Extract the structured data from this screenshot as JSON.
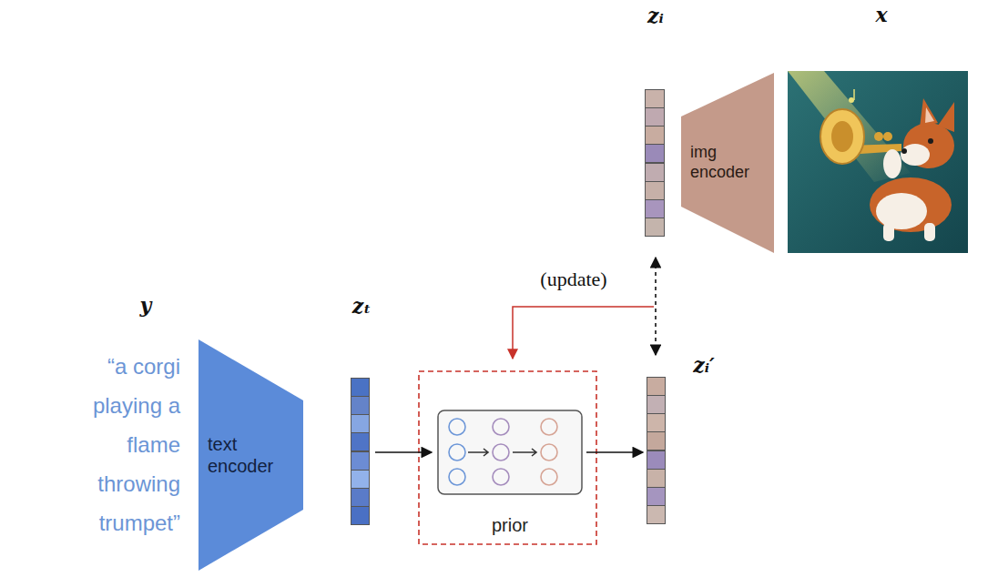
{
  "diagram": {
    "nodes": [
      {
        "text": [
          "text encoder"
        ]
      },
      {
        "text": [
          "zₜ"
        ]
      },
      {
        "text": [
          "prior"
        ]
      },
      {
        "text": [
          "zᵢ′"
        ]
      },
      {
        "text": [
          "zᵢ"
        ]
      },
      {
        "text": [
          "img encoder"
        ]
      }
    ],
    "edges": [
      {
        "from": 1,
        "to": 2,
        "arrow": "to"
      },
      {
        "from": 2,
        "to": 3,
        "arrow": "to"
      },
      {
        "from": 4,
        "to": 3,
        "arrow": "both"
      }
    ],
    "labels": [
      "y",
      "“a corgi playing a flame throwing trumpet”",
      "(update)",
      "x"
    ]
  }
}
